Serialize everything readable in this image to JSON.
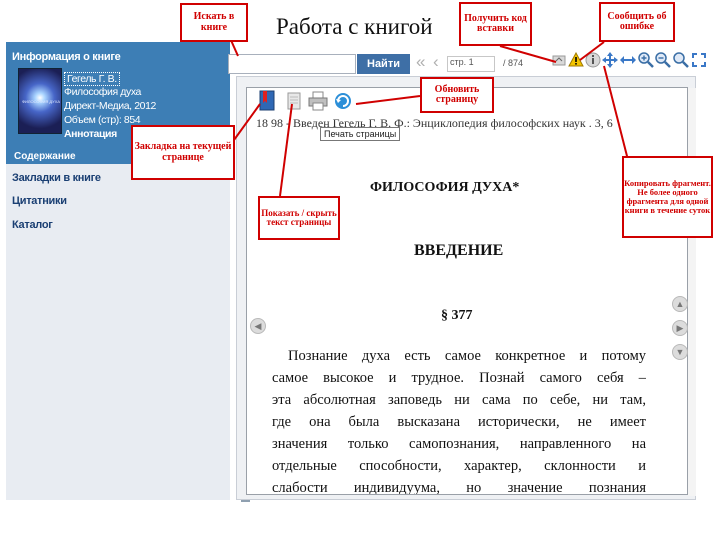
{
  "page": {
    "title": "Работа с книгой"
  },
  "sidebar": {
    "header_title": "Информация о книге",
    "book": {
      "author": "Гегель Г. В.",
      "title": "Философия духа",
      "publisher": "Директ-Медиа, 2012",
      "volume": "Объем (стр): 854",
      "annotation": "Аннотация"
    },
    "tab_label": "Содержание",
    "links": [
      "Закладки в книге",
      "Цитатники",
      "Каталог"
    ]
  },
  "toolbar": {
    "search_value": "",
    "find_label": "Найти",
    "page_field": "стр. 1",
    "page_total": "/ 874",
    "print_tooltip": "Печать страницы"
  },
  "content": {
    "running_head": "18 98 - Введен  Гегель Г. В. Ф.: Энциклопедия философских наук . 3, 6",
    "heading_main": "ФИЛОСОФИЯ ДУХА*",
    "heading_intro": "ВВЕДЕНИЕ",
    "paragraph_mark": "§ 377",
    "lines": [
      "Познание духа есть самое конкретное и потому",
      "самое высокое и трудное. Познай самого себя –",
      "эта абсолютная заповедь ни сама по себе, ни там,",
      "где она была высказана исторически, не имеет",
      "значения только самопознания, направленного на",
      "отдельные способности, характер, склонности и",
      "слабости индивидуума, но значение познания"
    ]
  },
  "callouts": {
    "search": "Искать в книге",
    "get_code": "Получить код вставки",
    "report_error": "Сообщить об ошибке",
    "refresh": "Обновить страницу",
    "bookmark": "Закладка на текущей странице",
    "toggle_text": "Показать / скрыть текст страницы",
    "copy": "Копировать фрагмент. Не более одного фрагмента для одной книги в течение суток"
  }
}
